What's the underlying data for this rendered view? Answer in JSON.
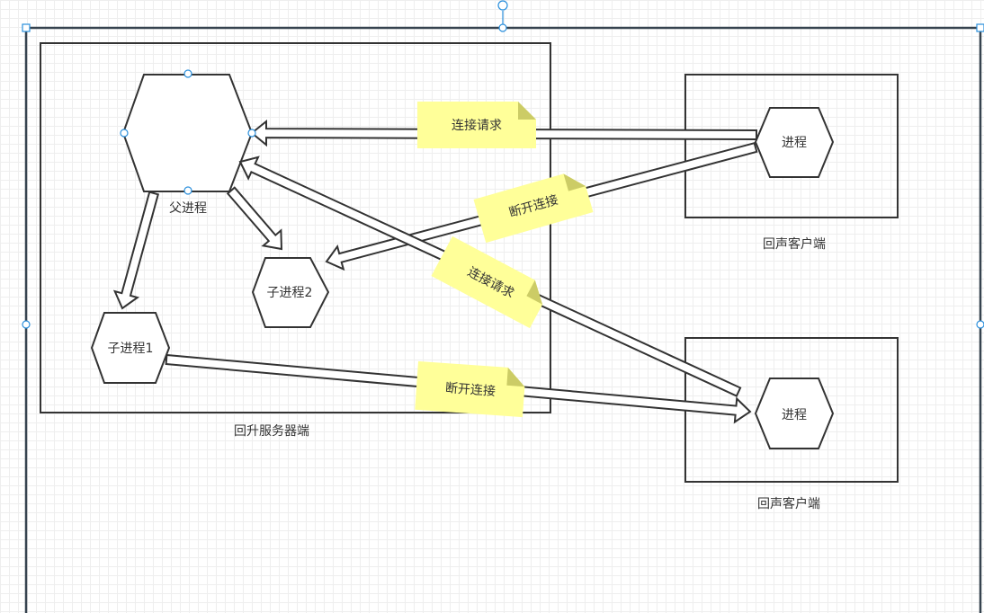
{
  "diagram": {
    "server": {
      "caption": "回升服务器端",
      "parent_process": "父进程",
      "child_1": "子进程1",
      "child_2": "子进程2"
    },
    "clients": [
      {
        "process": "进程",
        "caption": "回声客户端"
      },
      {
        "process": "进程",
        "caption": "回声客户端"
      }
    ],
    "notes": [
      {
        "text": "连接请求"
      },
      {
        "text": "断开连接"
      },
      {
        "text": "连接请求"
      },
      {
        "text": "断开连接"
      }
    ]
  },
  "colors": {
    "note_fill": "#ffff99",
    "note_fold": "#cccc66",
    "stroke": "#333333",
    "selection": "#2a8fdc",
    "frame": "#36434f"
  }
}
